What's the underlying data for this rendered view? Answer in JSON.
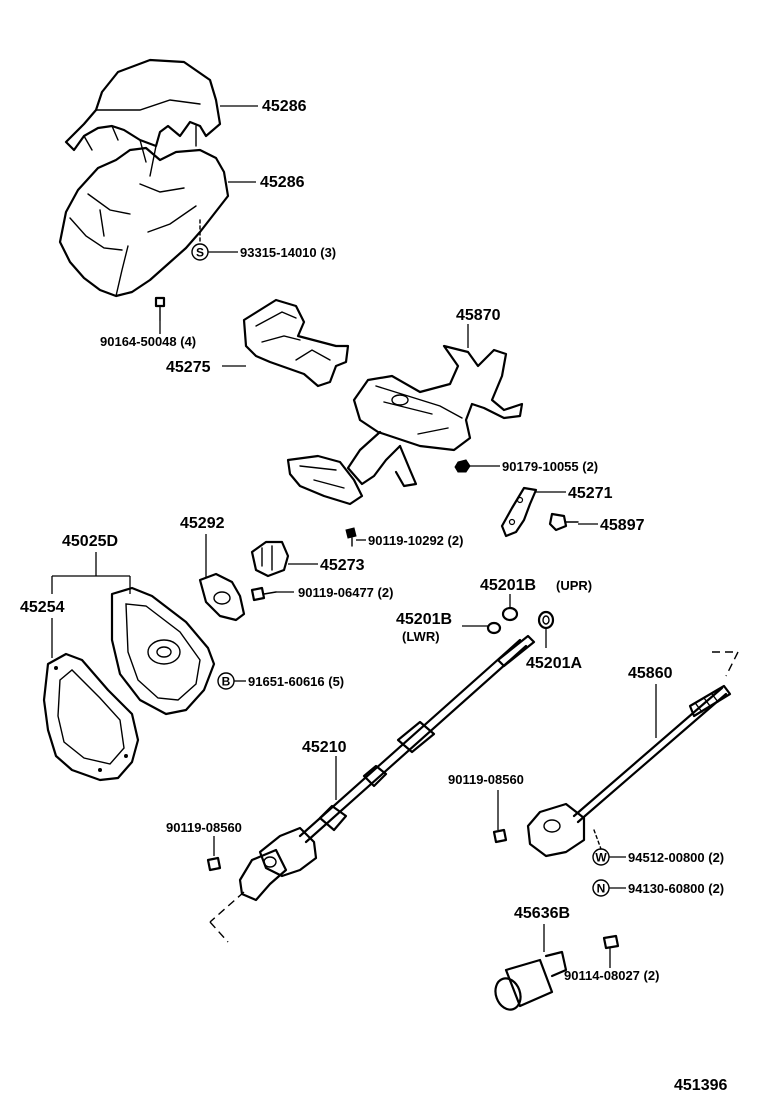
{
  "labels": {
    "cover_upper": "45286",
    "cover_lower": "45286",
    "screw_s": "93315-14010 (3)",
    "screw_s_symbol": "S",
    "bolt_cover": "90164-50048 (4)",
    "bracket_45275": "45275",
    "column_45870": "45870",
    "nut_90179": "90179-10055 (2)",
    "plate_45271": "45271",
    "bolt_45897": "45897",
    "bolt_90119_10292": "90119-10292 (2)",
    "cover_45292": "45292",
    "bushing_45273": "45273",
    "bolt_90119_06477": "90119-06477 (2)",
    "seal_assy": "45025D",
    "gasket_45254": "45254",
    "clip_b": "91651-60616 (5)",
    "clip_b_symbol": "B",
    "ring_upr": "45201B",
    "ring_upr_note": "(UPR)",
    "ring_lwr": "45201B",
    "ring_lwr_note": "(LWR)",
    "ring_45201a": "45201A",
    "shaft_45210": "45210",
    "bolt_left_08560": "90119-08560",
    "bolt_right_08560": "90119-08560",
    "shaft_45860": "45860",
    "washer_w": "94512-00800 (2)",
    "washer_w_symbol": "W",
    "nut_n": "94130-60800 (2)",
    "nut_n_symbol": "N",
    "sleeve_45636b": "45636B",
    "bolt_90114": "90114-08027 (2)",
    "diagram_number": "451396"
  }
}
